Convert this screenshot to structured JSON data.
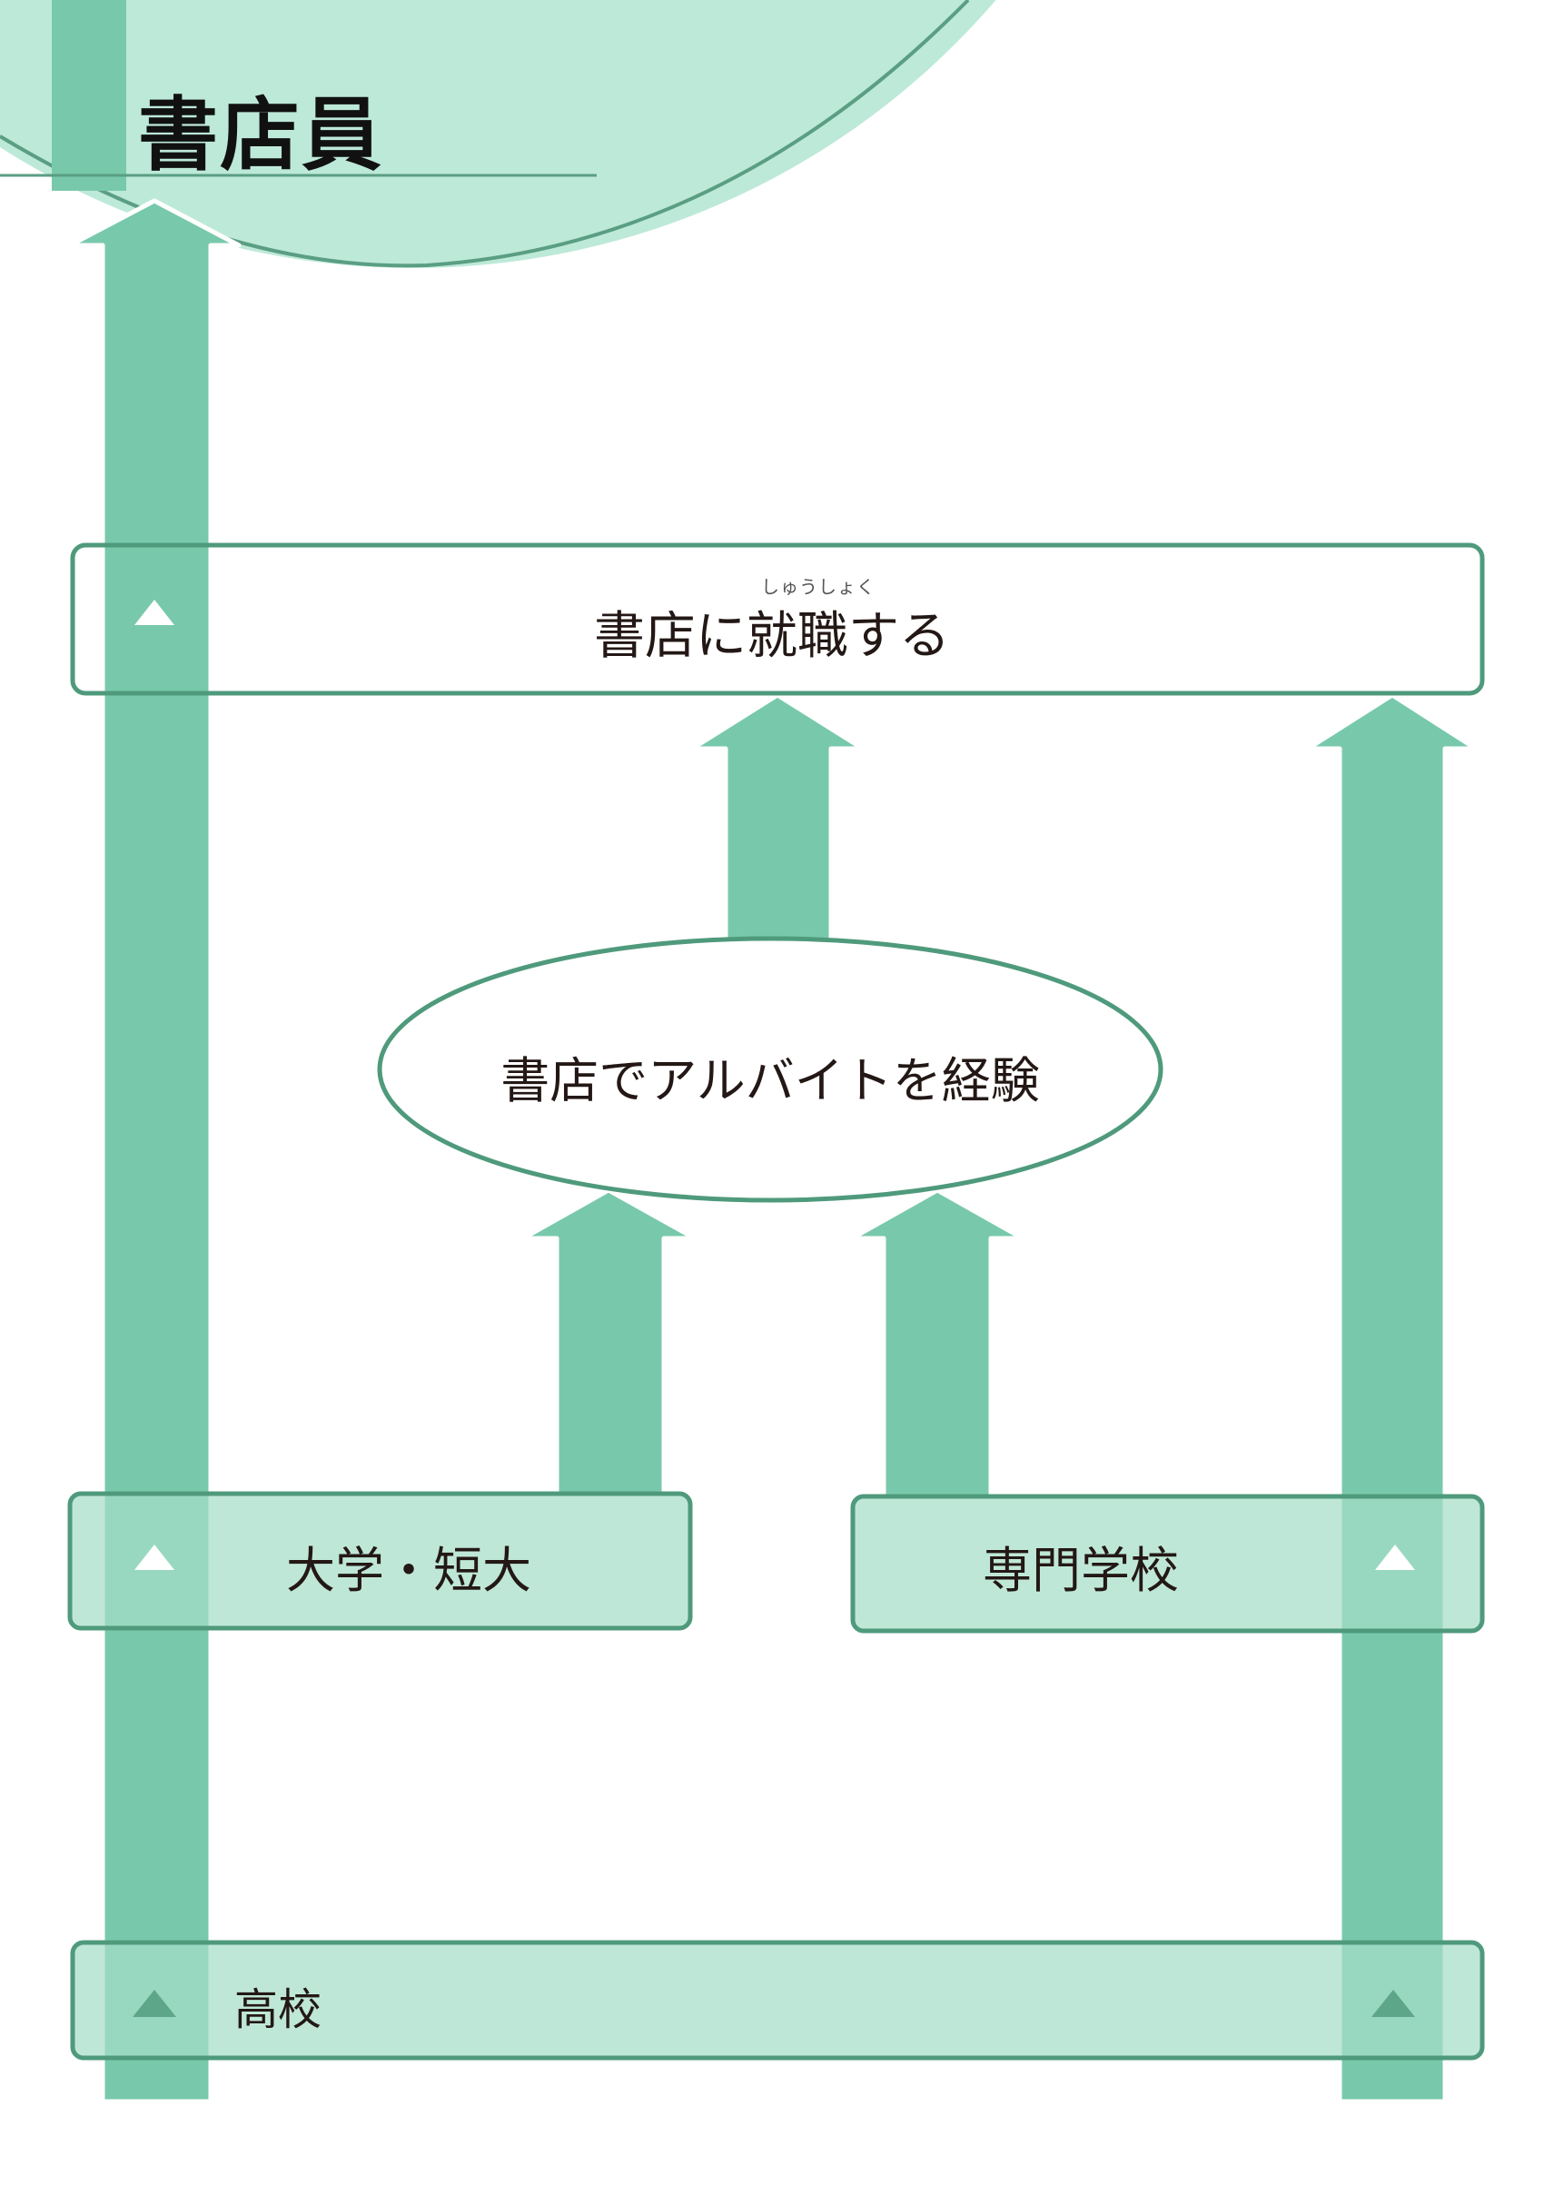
{
  "header": {
    "title": "書店員"
  },
  "goal": {
    "label": "書店に就職する",
    "ruby": "しゅうしょく"
  },
  "experience": {
    "label": "書店でアルバイトを経験"
  },
  "university": {
    "label": "大学・短大"
  },
  "vocational": {
    "label": "専門学校"
  },
  "highschool": {
    "label": "高校"
  },
  "colors": {
    "arrow": "#78c9ab",
    "light": "#bde9d9",
    "border": "#4f9a7c"
  }
}
